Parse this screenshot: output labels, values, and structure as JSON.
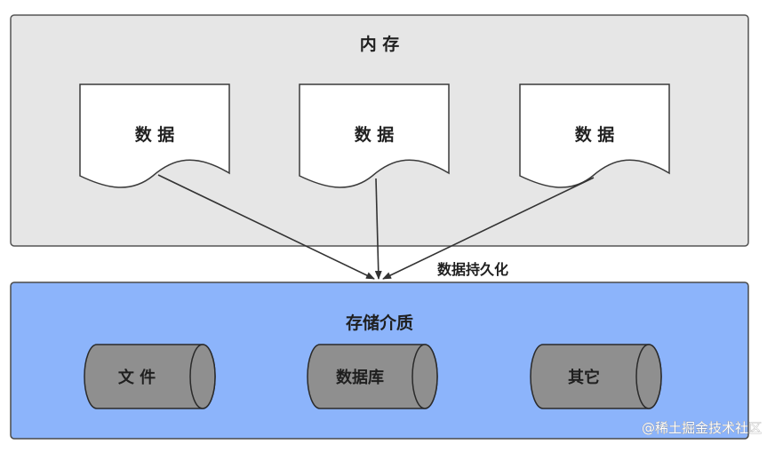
{
  "memory": {
    "title": "内 存",
    "documents": [
      {
        "label": "数 据"
      },
      {
        "label": "数 据"
      },
      {
        "label": "数 据"
      }
    ]
  },
  "persistence": {
    "label": "数据持久化"
  },
  "storage": {
    "title": "存储介质",
    "items": [
      {
        "label": "文 件"
      },
      {
        "label": "数据库"
      },
      {
        "label": "其它"
      }
    ]
  },
  "watermark": {
    "text": "@稀土掘金技术社区"
  },
  "colors": {
    "memory_fill": "#e6e6e6",
    "storage_fill": "#8cb4fb",
    "cylinder_fill": "#8f8f8f",
    "stroke": "#4a4a4a"
  }
}
